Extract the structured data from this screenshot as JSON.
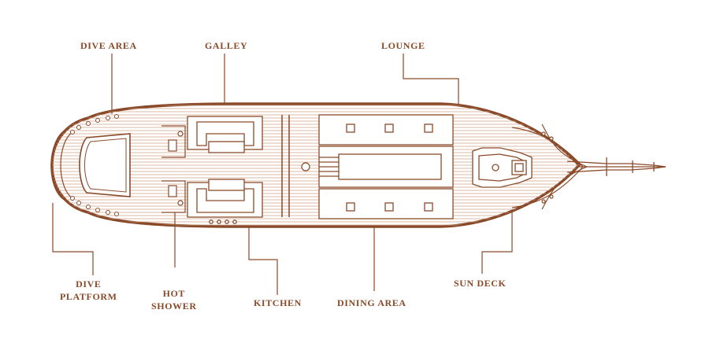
{
  "diagram": {
    "colors": {
      "line": "#8a4a2a",
      "deck": "#c79a7f",
      "background": "#ffffff"
    },
    "labels": {
      "dive_area": "DIVE AREA",
      "galley": "GALLEY",
      "lounge": "LOUNGE",
      "dive_platform_line1": "DIVE",
      "dive_platform_line2": "PLATFORM",
      "hot_shower_line1": "HOT",
      "hot_shower_line2": "SHOWER",
      "kitchen": "KITCHEN",
      "dining_area": "DINING AREA",
      "sun_deck": "SUN DECK"
    }
  }
}
